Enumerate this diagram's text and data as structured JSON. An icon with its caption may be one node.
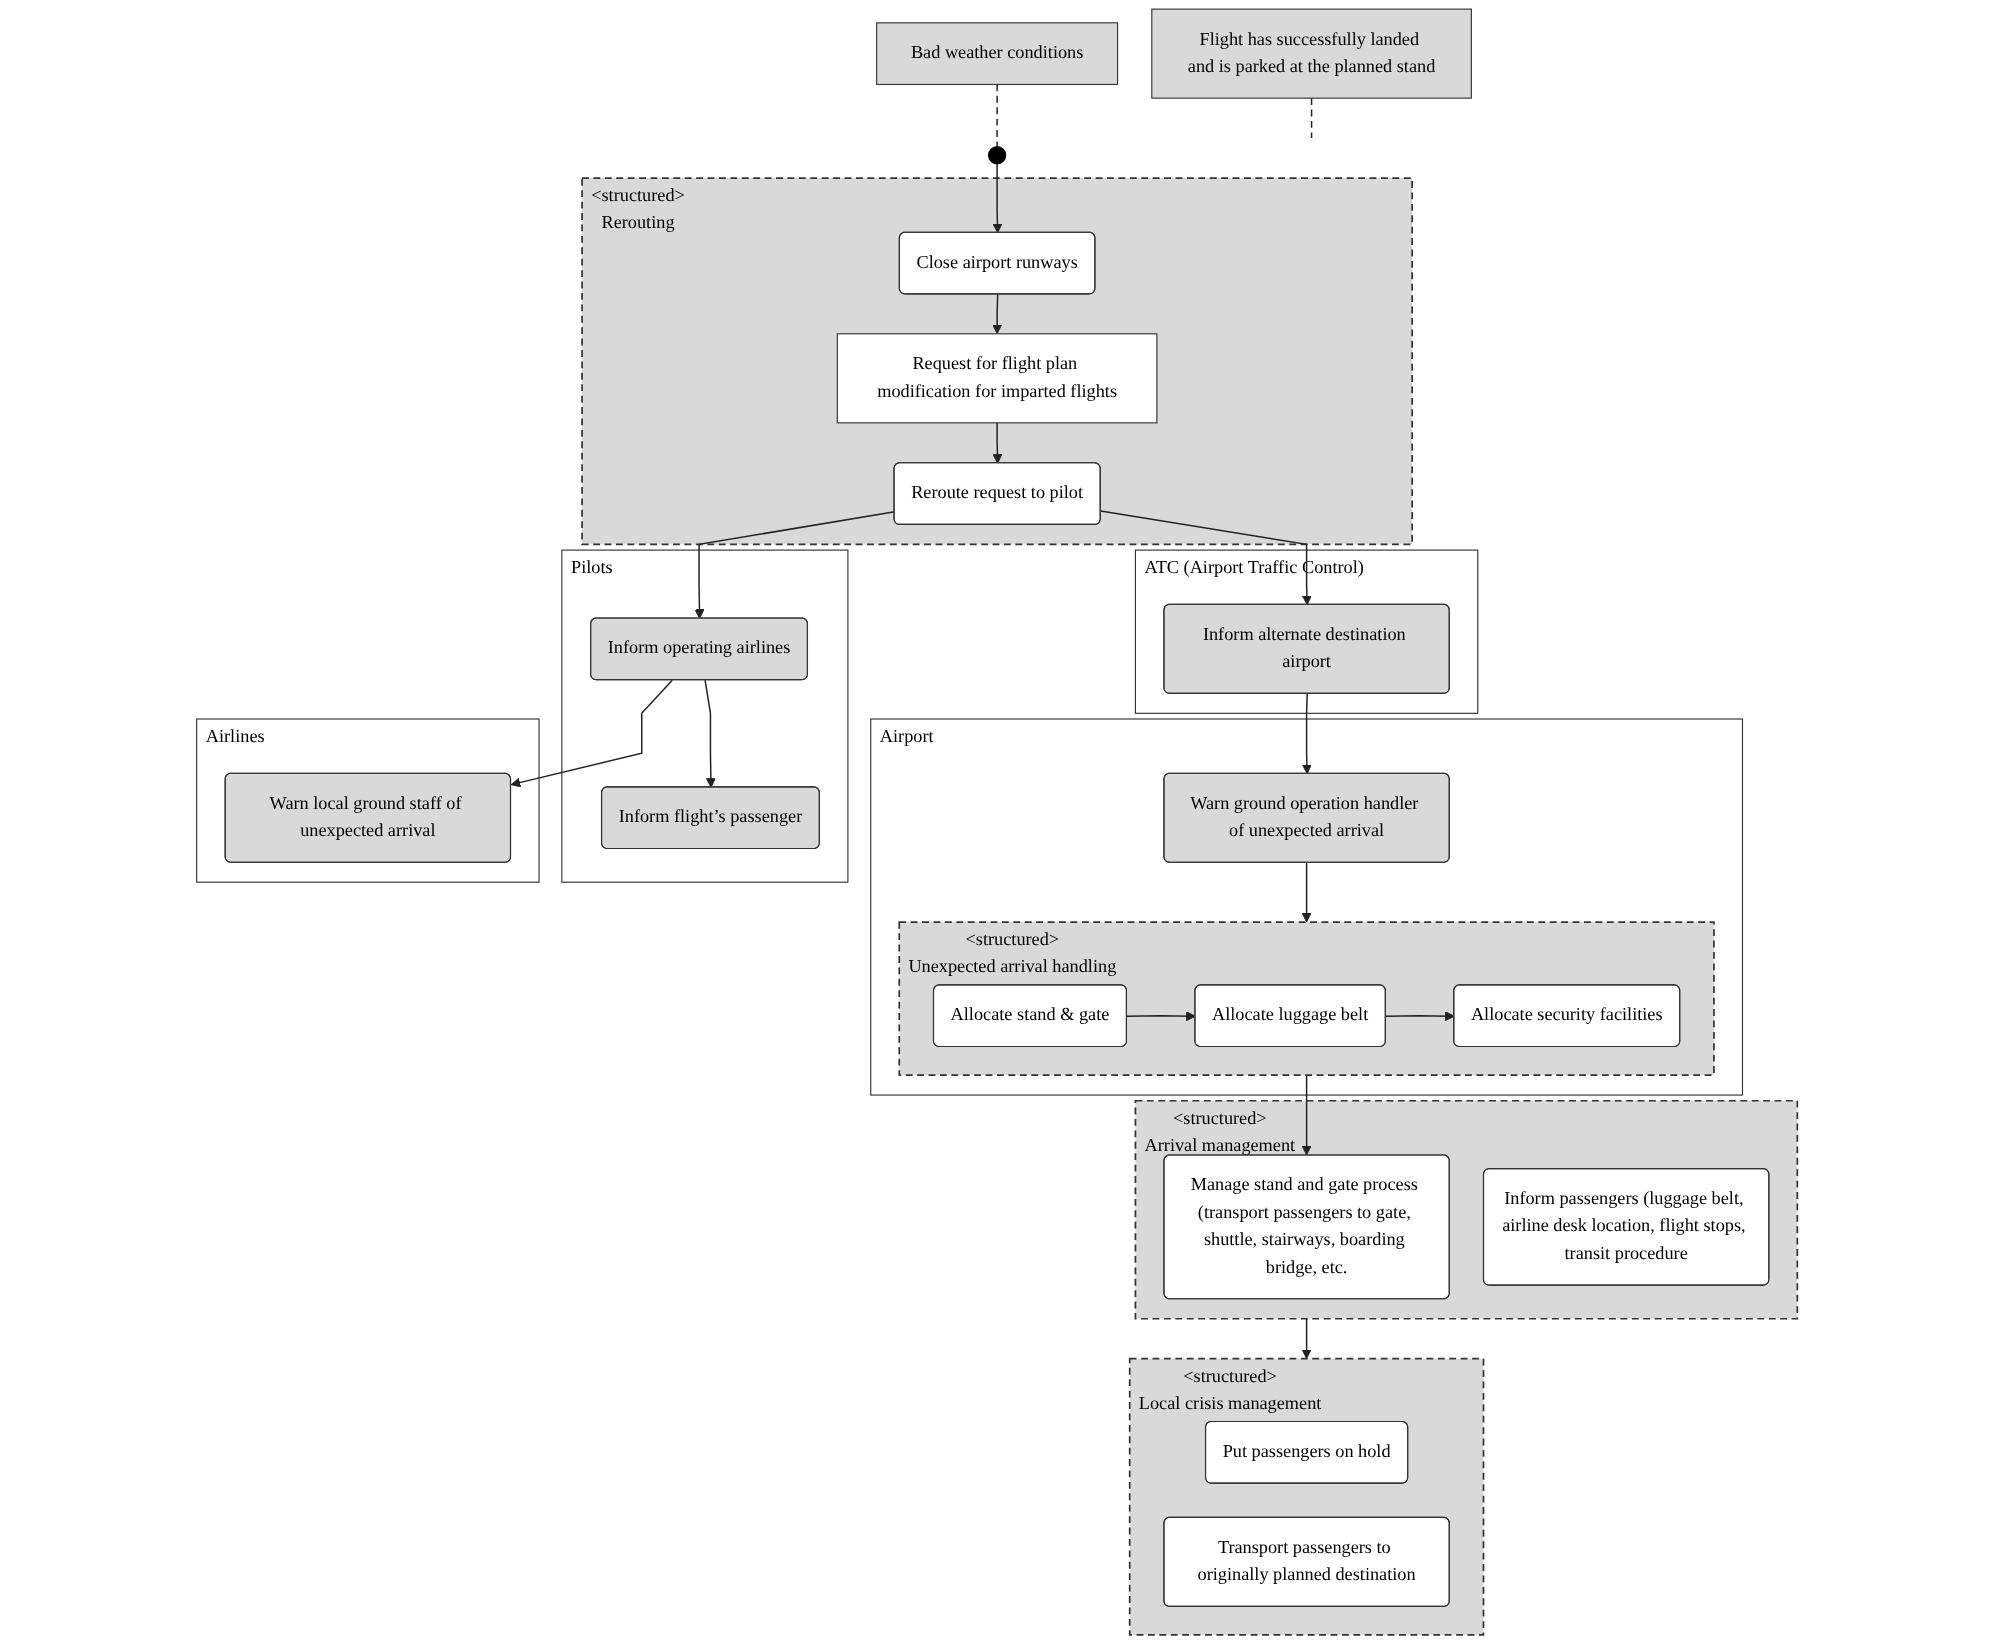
{
  "diagram": {
    "nodes": [
      {
        "text": [],
        "shape": "circle"
      },
      {
        "text": [
          "Bad weather conditions"
        ]
      },
      {
        "text": [
          "<structured>",
          "Rerouting"
        ]
      },
      {
        "text": [
          "Close airport runways"
        ],
        "in": 2
      },
      {
        "text": [
          "Request for flight plan modification for imparted flights"
        ],
        "in": 2
      },
      {
        "text": [
          "Reroute request to pilot"
        ],
        "in": 2
      },
      {
        "text": [
          "Airport"
        ]
      },
      {
        "text": [
          "Warn ground operation handler of unexpected arrival"
        ],
        "in": 6
      },
      {
        "text": [
          "<structured>",
          "Unexpected arrival handling"
        ],
        "in": 6
      },
      {
        "text": [
          "Allocate stand & gate"
        ],
        "in": 8
      },
      {
        "text": [
          "Allocate luggage belt"
        ],
        "in": 8
      },
      {
        "text": [
          "Allocate security facilities"
        ],
        "in": 8
      },
      {
        "text": [
          "ATC (Airport Traffic Control)"
        ]
      },
      {
        "text": [
          "Inform alternate destination airport"
        ],
        "in": 12
      },
      {
        "text": [
          "Pilots"
        ]
      },
      {
        "text": [
          "Inform operating airlines"
        ],
        "in": 14
      },
      {
        "text": [
          "Inform flight’s passenger"
        ],
        "in": 14
      },
      {
        "text": [
          "Airlines"
        ]
      },
      {
        "text": [
          "Warn local ground staff of unexpected arrival"
        ],
        "in": 17
      },
      {
        "text": [
          "Flight has successfully landed and is parked at the planned stand"
        ]
      },
      {
        "text": [
          "<structured>",
          "Arrival management"
        ]
      },
      {
        "text": [
          "Manage stand and gate process (transport passengers to gate, shuttle, stairways, boarding bridge, etc."
        ],
        "in": 20
      },
      {
        "text": [
          "Inform passengers (luggage belt, airline desk location, flight stops, transit procedure"
        ],
        "in": 20
      },
      {
        "text": [
          "<structured>",
          "Local crisis management"
        ]
      },
      {
        "text": [
          "Put passengers on hold"
        ],
        "in": 23
      },
      {
        "text": [
          "Transport passengers to originally planned destination"
        ],
        "in": 23
      }
    ],
    "edges": [
      {
        "from": 1,
        "to": 0,
        "arrow": "none",
        "style": "dashed"
      },
      {
        "from": 0,
        "to": 3,
        "arrow": "to"
      },
      {
        "from": 3,
        "to": 4,
        "arrow": "to"
      },
      {
        "from": 4,
        "to": 5,
        "arrow": "to"
      },
      {
        "from": 5,
        "to": 13,
        "arrow": "to"
      },
      {
        "from": 5,
        "to": 15,
        "arrow": "to"
      },
      {
        "from": 13,
        "to": 7,
        "arrow": "to"
      },
      {
        "from": 7,
        "to": 8,
        "arrow": "to"
      },
      {
        "from": 9,
        "to": 10,
        "arrow": "to"
      },
      {
        "from": 10,
        "to": 11,
        "arrow": "to"
      },
      {
        "from": 8,
        "to": 21,
        "arrow": "to"
      },
      {
        "from": 15,
        "to": 16,
        "arrow": "to"
      },
      {
        "from": 15,
        "to": 18,
        "arrow": "to"
      },
      {
        "from": 20,
        "to": 23,
        "arrow": "to"
      },
      {
        "from": 19,
        "to": null,
        "arrow": "none",
        "style": "dashed"
      }
    ]
  }
}
